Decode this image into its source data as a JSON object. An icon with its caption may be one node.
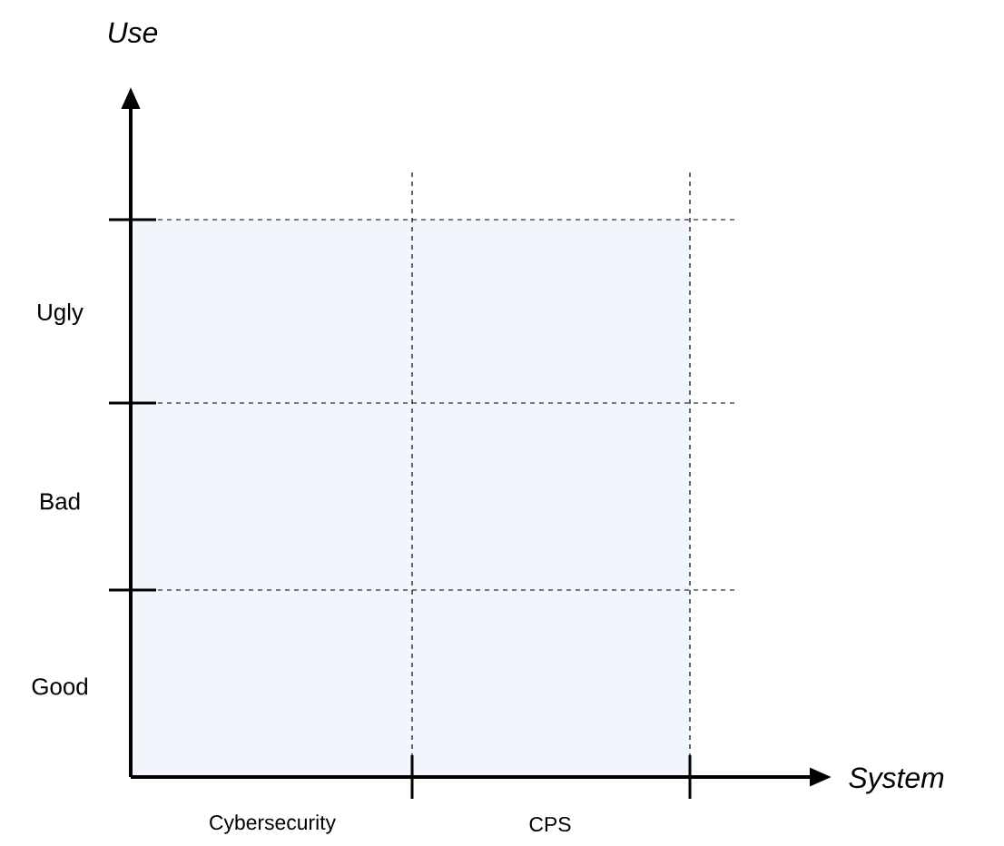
{
  "diagram": {
    "labels": [
      "Use",
      "Ugly",
      "Bad",
      "Good",
      "Cybersecurity",
      "CPS",
      "System"
    ]
  }
}
